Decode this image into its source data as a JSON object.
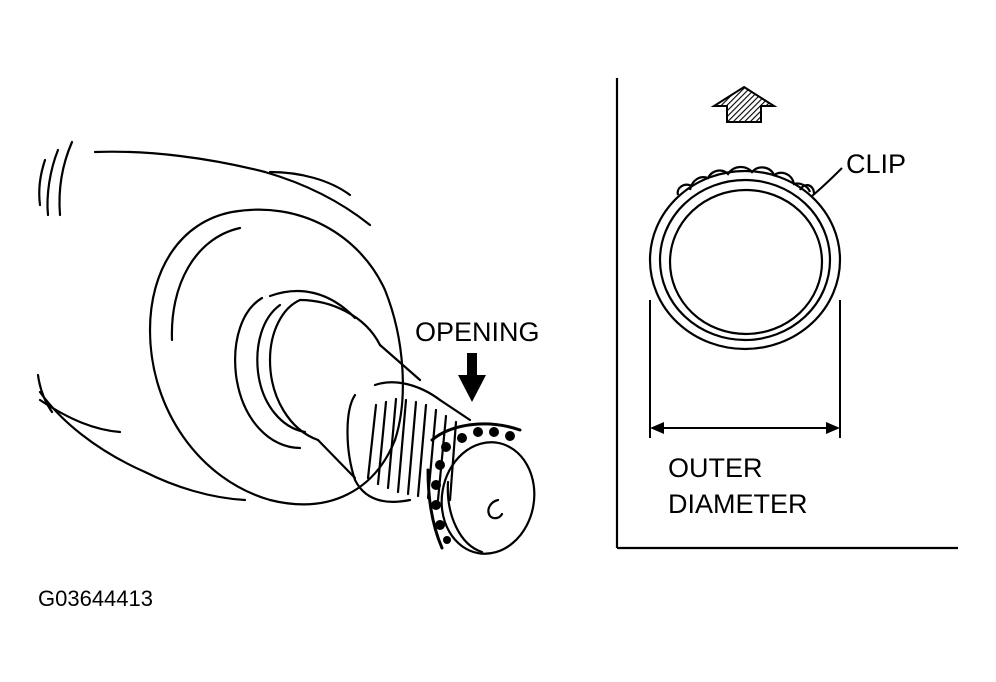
{
  "labels": {
    "opening": "OPENING",
    "clip": "CLIP",
    "outer": "OUTER",
    "diameter": "DIAMETER",
    "figure_id": "G03644413"
  },
  "icons": {
    "arrow_up": "hatched-up-arrow-icon",
    "arrow_down": "down-arrow-icon"
  },
  "colors": {
    "ink": "#000000",
    "paper": "#ffffff"
  }
}
